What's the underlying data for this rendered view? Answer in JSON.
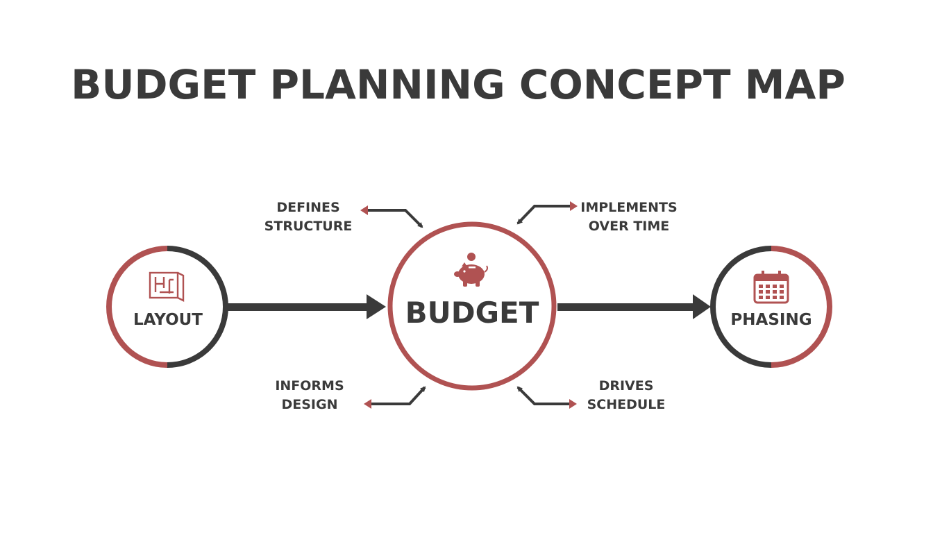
{
  "title": "BUDGET PLANNING CONCEPT MAP",
  "colors": {
    "accent": "#b05252",
    "dark": "#3a3a3a",
    "background": "#ffffff"
  },
  "nodes": {
    "layout": {
      "label": "LAYOUT",
      "icon": "floor-plan-icon"
    },
    "budget": {
      "label": "BUDGET",
      "icon": "piggy-bank-icon"
    },
    "phasing": {
      "label": "PHASING",
      "icon": "calendar-icon"
    }
  },
  "relations": {
    "defines_structure": {
      "line1": "DEFINES",
      "line2": "STRUCTURE"
    },
    "implements_over_time": {
      "line1": "IMPLEMENTS",
      "line2": "OVER TIME"
    },
    "informs_design": {
      "line1": "INFORMS",
      "line2": "DESIGN"
    },
    "drives_schedule": {
      "line1": "DRIVES",
      "line2": "SCHEDULE"
    }
  }
}
